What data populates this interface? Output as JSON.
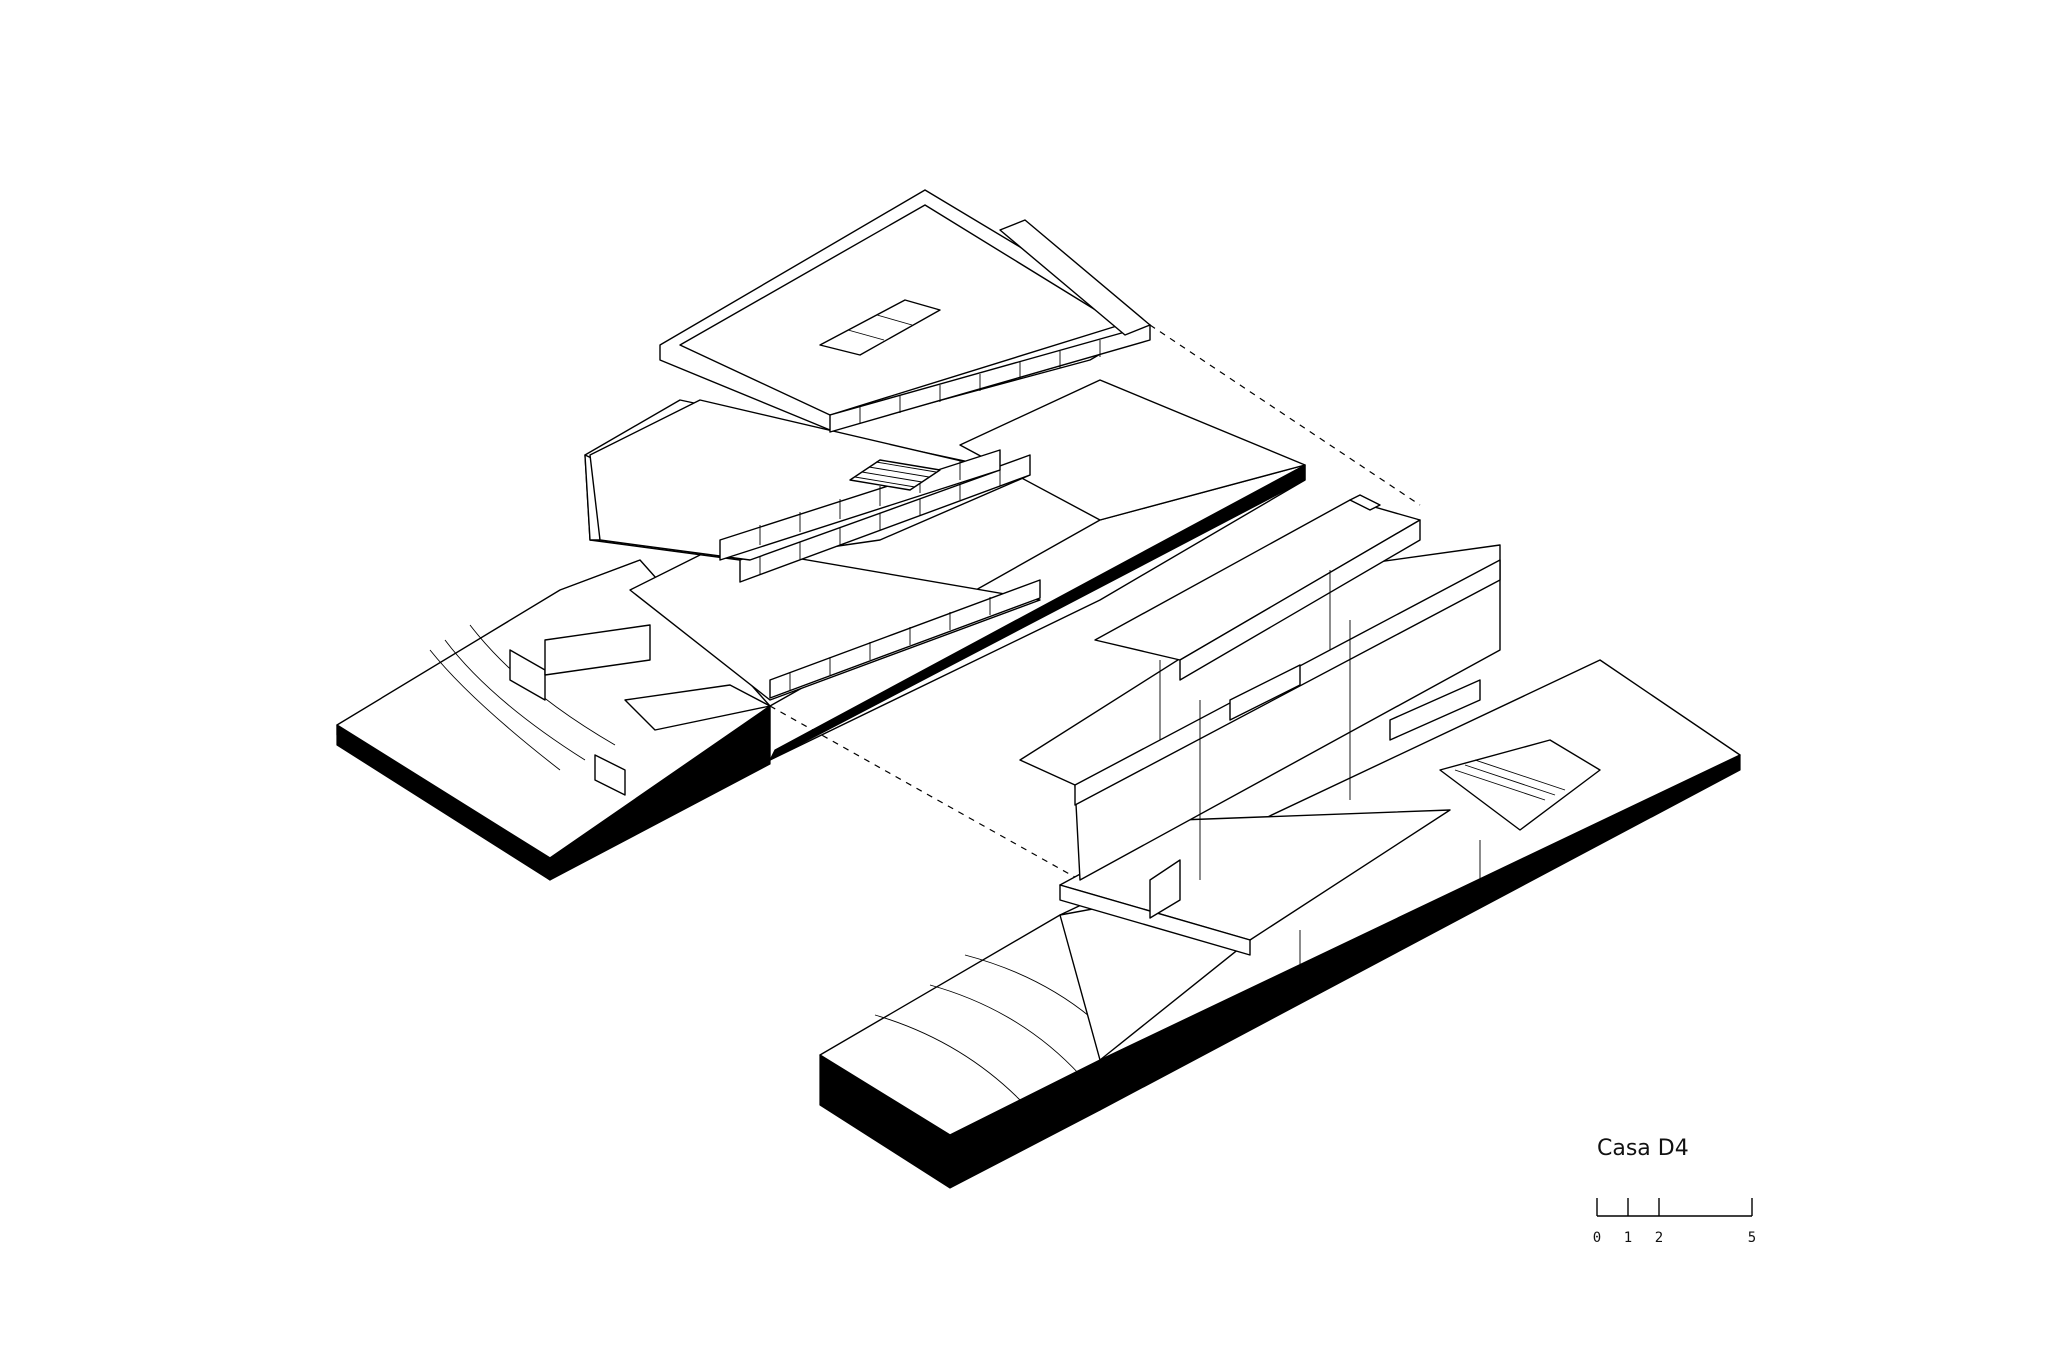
{
  "drawing": {
    "title": "Casa D4"
  },
  "scale_bar": {
    "labels": [
      "0",
      "1",
      "2",
      "5"
    ],
    "values": [
      0,
      1,
      2,
      5
    ]
  }
}
